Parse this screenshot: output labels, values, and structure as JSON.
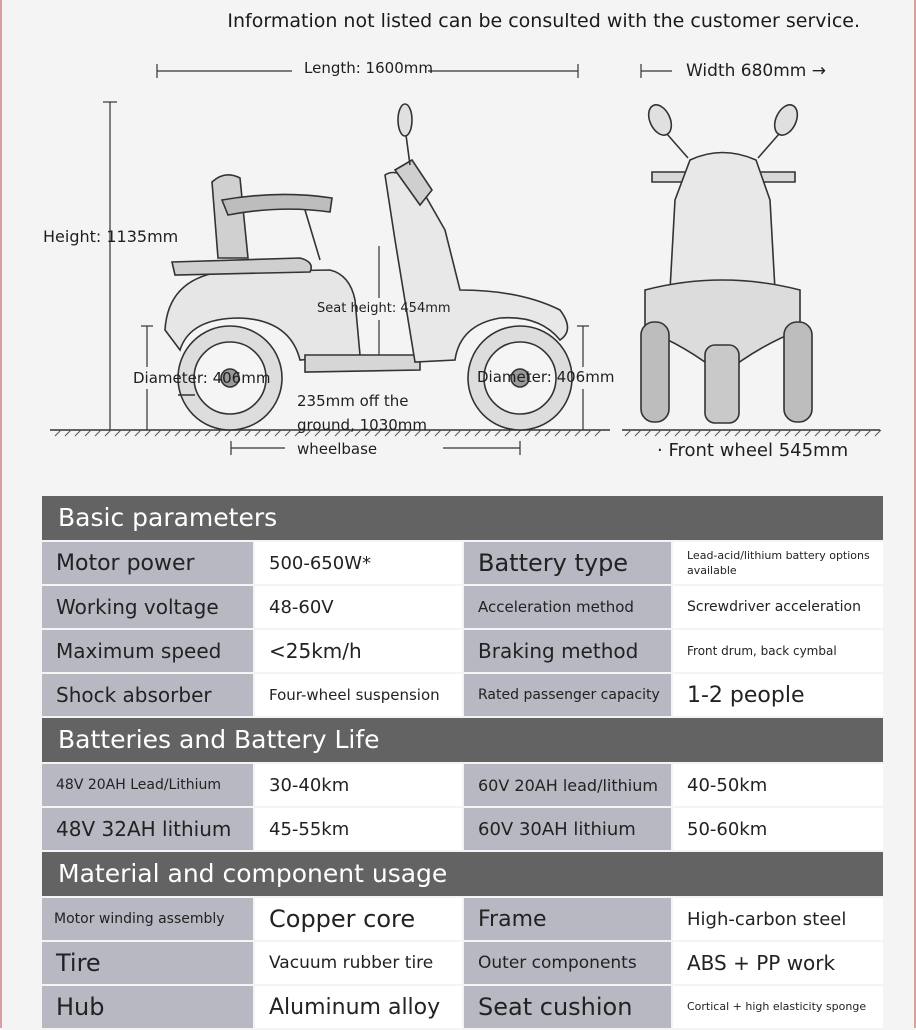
{
  "notice": "Information not listed can be consulted with the customer service.",
  "dimensions": {
    "length": "Length: 1600mm",
    "width": "Width 680mm →",
    "height": "Height: 1135mm",
    "seat_height": "Seat height: 454mm",
    "diameter_rear": "Diameter: 406mm",
    "diameter_front": "Diameter: 406mm",
    "ground_clearance_line1": "235mm off the",
    "ground_clearance_line2": "ground, 1030mm",
    "ground_clearance_line3": "wheelbase",
    "front_wheel": "· Front wheel 545mm"
  },
  "sections": {
    "basic": "Basic parameters",
    "battery": "Batteries and Battery Life",
    "material": "Material and component usage"
  },
  "basic_rows": [
    {
      "k1": "Motor power",
      "v1": "500-650W*",
      "k2": "Battery type",
      "v2": "Lead-acid/lithium battery options available"
    },
    {
      "k1": "Working voltage",
      "v1": "48-60V",
      "k2": "Acceleration method",
      "v2": "Screwdriver acceleration"
    },
    {
      "k1": "Maximum speed",
      "v1": "<25km/h",
      "k2": "Braking method",
      "v2": "Front drum, back cymbal"
    },
    {
      "k1": "Shock absorber",
      "v1": "Four-wheel suspension",
      "k2": "Rated passenger capacity",
      "v2": "1-2 people"
    }
  ],
  "battery_rows": [
    {
      "k1": "48V 20AH Lead/Lithium",
      "v1": "30-40km",
      "k2": "60V 20AH lead/lithium",
      "v2": "40-50km"
    },
    {
      "k1": "48V 32AH lithium",
      "v1": "45-55km",
      "k2": "60V 30AH lithium",
      "v2": "50-60km"
    }
  ],
  "material_rows": [
    {
      "k1": "Motor winding assembly",
      "v1": "Copper core",
      "k2": "Frame",
      "v2": "High-carbon steel"
    },
    {
      "k1": "Tire",
      "v1": "Vacuum rubber tire",
      "k2": "Outer components",
      "v2": "ABS + PP work"
    },
    {
      "k1": "Hub",
      "v1": "Aluminum alloy",
      "k2": "Seat cushion",
      "v2": "Cortical + high elasticity sponge"
    }
  ]
}
